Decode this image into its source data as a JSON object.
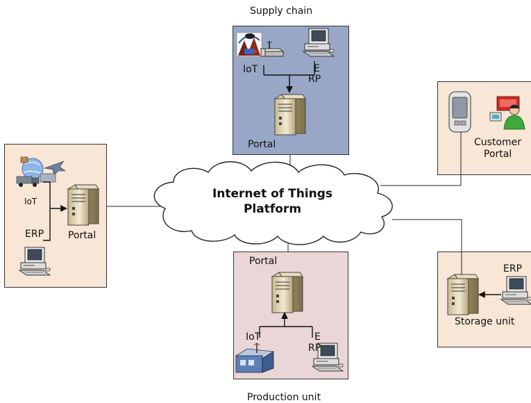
{
  "platform": {
    "line1": "Internet of Things",
    "line2": "Platform"
  },
  "supply_chain": {
    "title": "Supply chain",
    "iot": "IoT",
    "erp_a": "E",
    "erp_b": "RP",
    "portal": "Portal"
  },
  "customer": {
    "line1": "Customer",
    "line2": "Portal"
  },
  "left_unit": {
    "iot": "IoT",
    "erp": "ERP",
    "portal": "Portal"
  },
  "production": {
    "title": "Production unit",
    "portal": "Portal",
    "iot": "IoT",
    "erp_a": "E",
    "erp_b": "RP"
  },
  "storage": {
    "erp": "ERP",
    "label": "Storage unit"
  },
  "colors": {
    "supply_panel": "#98a7c6",
    "beige_panel": "#f8e6d6",
    "production_panel": "#ead6d6"
  }
}
